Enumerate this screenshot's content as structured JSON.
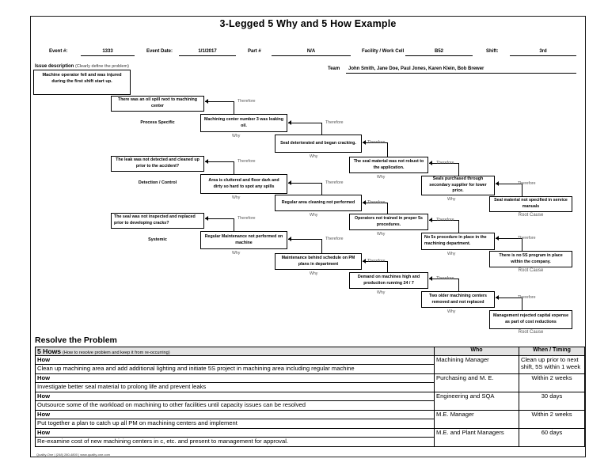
{
  "document": {
    "title": "3-Legged 5 Why and 5 How Example",
    "footer": "Quality-One | (248) 280-4800 | www.quality-one.com"
  },
  "header_fields": [
    {
      "label": "Event #:",
      "value": "1333"
    },
    {
      "label": "Event Date:",
      "value": "1/1/2017"
    },
    {
      "label": "Part #",
      "value": "N/A"
    },
    {
      "label": "Facility / Work Cell",
      "value": "B52"
    },
    {
      "label": "Shift:",
      "value": "3rd"
    }
  ],
  "issue": {
    "label": "Issue description",
    "hint": "(Clearly define the problem)",
    "text": "Machine operator fell and was injured during the first shift start up."
  },
  "team": {
    "label": "Team",
    "value": "John Smith, Jane Doe, Paul Jones, Karen Klein, Bob Brewer"
  },
  "connector_labels": {
    "therefore": "Therefore",
    "why": "Why",
    "root_cause": "Root Cause"
  },
  "legs": [
    {
      "name": "Process Specific",
      "boxes": [
        "There was an oil spill next to machining center",
        "Machining center number 3 was leaking oil.",
        "Seal deteriorated and began cracking.",
        "The seal material was not robust to the application.",
        "Seals purchased through secondary supplier for lower price.",
        "Seal material not specified in service manuals"
      ]
    },
    {
      "name": "Detection / Control",
      "boxes": [
        "The leak was not detected and cleaned up prior to the accident?",
        "Area is cluttered and floor dark and dirty so hard to spot any spills",
        "Regular area cleaning not performed",
        "Operators not trained in proper 5s procedures.",
        "No 5s procedure in place in the machining department.",
        "There is no 5S program in place within the company."
      ]
    },
    {
      "name": "Systemic",
      "boxes": [
        "The seal was not inspected and replaced prior to developing cracks?",
        "Regular Maintenance not performed on machine",
        "Maintenance behind schedule on PM plans  in department",
        "Demand on machines high and production running 24 / 7",
        "Two older machining centers removed and not replaced",
        "Management rejected capital expense as part of cost reductions"
      ]
    }
  ],
  "resolve": {
    "section_title": "Resolve the Problem",
    "table_title": "5 Hows",
    "table_subtitle": "(How to resolve problem and keep it from re-occurring)",
    "columns": [
      "Who",
      "When / Timing"
    ],
    "how_label": "How",
    "rows": [
      {
        "how": "Clean up machining area and add additional lighting and initiate 5S project in machining area including regular machine",
        "who": "Machining Manager",
        "when": "Clean up prior to next shift, 5S within 1 week"
      },
      {
        "how": "Investigate better seal material to prolong life and prevent leaks",
        "who": "Purchasing and M. E.",
        "when": "Within 2 weeks"
      },
      {
        "how": "Outsource some of the workload on machining to other facilities until capacity issues can be resolved",
        "who": "Engineering and SQA",
        "when": "30 days"
      },
      {
        "how": "Put together a plan to catch up all PM on machining centers and implement",
        "who": "M.E. Manager",
        "when": "Within 2 weeks"
      },
      {
        "how": "Re-examine cost of new machining centers in c, etc. and present to management for approval.",
        "who": "M.E. and Plant Managers",
        "when": "60 days"
      }
    ]
  }
}
